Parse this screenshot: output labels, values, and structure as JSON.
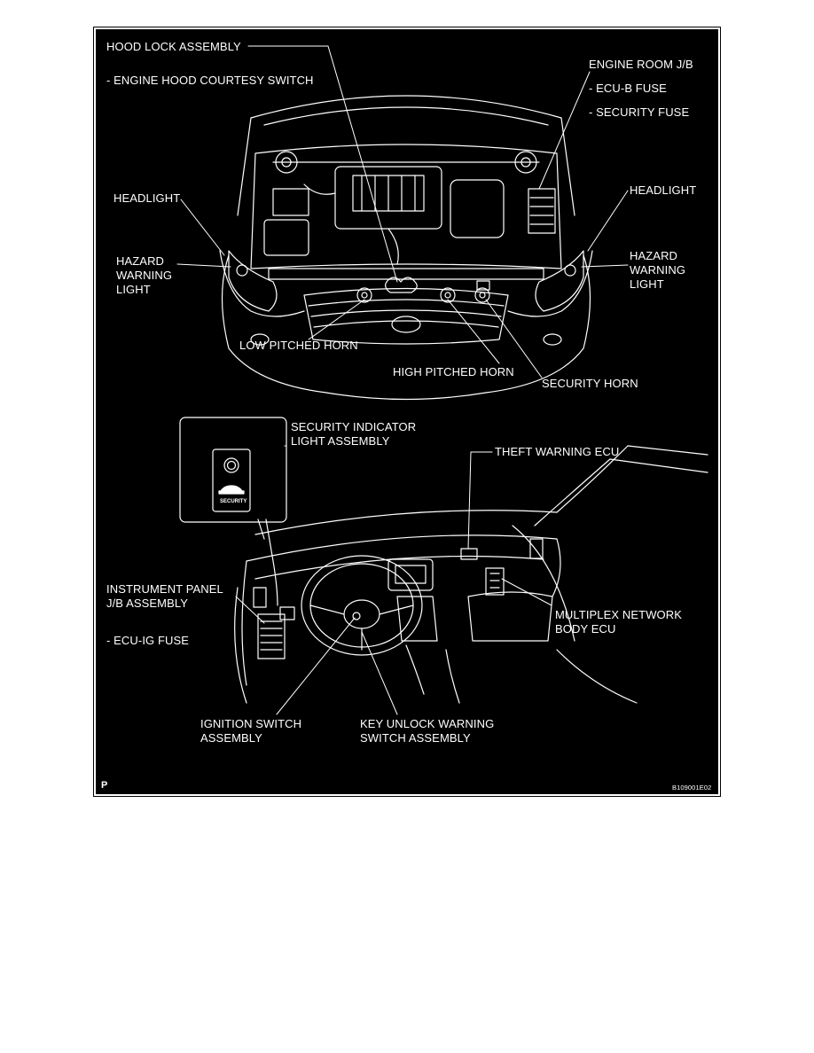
{
  "labels": {
    "hood_lock": "HOOD LOCK ASSEMBLY",
    "hood_courtesy": "- ENGINE HOOD COURTESY SWITCH",
    "engine_room_jb": "ENGINE ROOM J/B",
    "ecu_b_fuse": "- ECU-B FUSE",
    "security_fuse": "- SECURITY FUSE",
    "headlight_left": "HEADLIGHT",
    "headlight_right": "HEADLIGHT",
    "hazard_left": "HAZARD\nWARNING\nLIGHT",
    "hazard_right": "HAZARD\nWARNING\nLIGHT",
    "low_horn": "LOW PITCHED HORN",
    "high_horn": "HIGH PITCHED HORN",
    "security_horn": "SECURITY HORN",
    "security_indicator": "SECURITY INDICATOR\nLIGHT ASSEMBLY",
    "theft_ecu": "THEFT WARNING ECU",
    "instrument_panel_jb": "INSTRUMENT PANEL\nJ/B ASSEMBLY",
    "ecu_ig_fuse": "- ECU-IG FUSE",
    "multiplex_ecu": "MULTIPLEX NETWORK\nBODY ECU",
    "ignition_switch": "IGNITION SWITCH\nASSEMBLY",
    "key_unlock": "KEY UNLOCK WARNING\nSWITCH ASSEMBLY",
    "security_badge": "SECURITY",
    "corner_p": "P",
    "figure_code": "B109001E02"
  },
  "colors": {
    "background": "#000000",
    "line": "#ffffff",
    "page": "#ffffff"
  }
}
